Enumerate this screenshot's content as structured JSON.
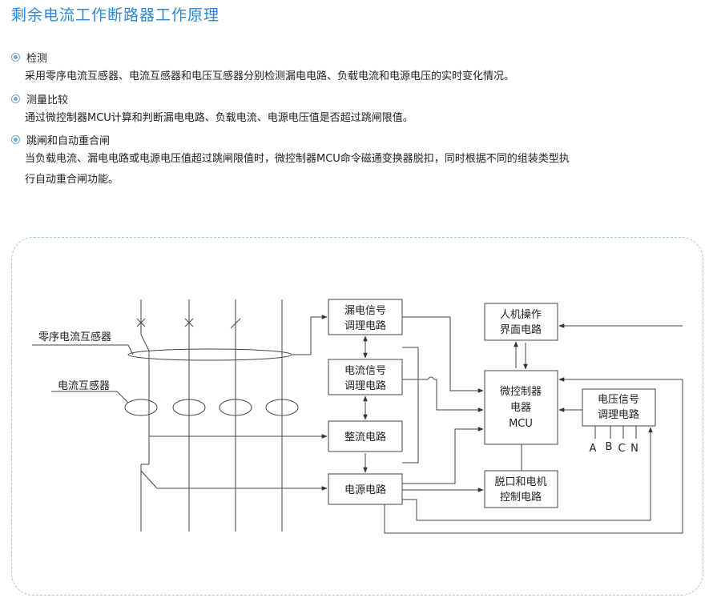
{
  "title": "剩余电流工作断路器工作原理",
  "sections": [
    {
      "heading": "检测",
      "lines": [
        "采用零序电流互感器、电流互感器和电压互感器分别检测漏电电路、负载电流和电源电压的实时变化情况。"
      ]
    },
    {
      "heading": "测量比较",
      "lines": [
        "通过微控制器MCU计算和判断漏电电路、负载电流、电源电压值是否超过跳闸限值。"
      ]
    },
    {
      "heading": "跳闸和自动重合闸",
      "lines": [
        "当负载电流、漏电电路或电源电压值超过跳闸限值时，微控制器MCU命令磁通变换器脱扣，同时根据不同的组装类型执",
        "行自动重合闸功能。"
      ]
    }
  ],
  "diagram": {
    "labels": {
      "zero_ct": "零序电流互感器",
      "ct": "电流互感器"
    },
    "boxes": {
      "leak": [
        "漏电信号",
        "调理电路"
      ],
      "current": [
        "电流信号",
        "调理电路"
      ],
      "rect": [
        "整流电路"
      ],
      "power": [
        "电源电路"
      ],
      "hmi": [
        "人机操作",
        "界面电路"
      ],
      "mcu": [
        "微控制器",
        "电器",
        "MCU"
      ],
      "voltage": [
        "电压信号",
        "调理电路"
      ],
      "trip": [
        "脱口和电机",
        "控制电路"
      ]
    },
    "phases": [
      "A",
      "B",
      "C",
      "N"
    ]
  }
}
